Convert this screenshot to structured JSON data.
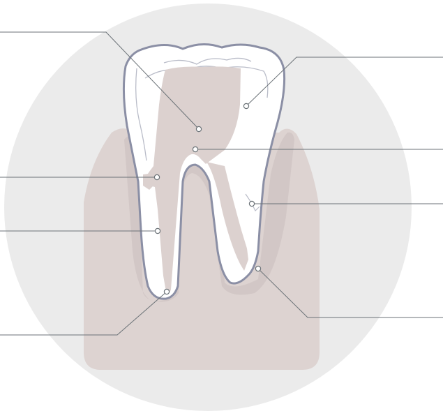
{
  "diagram": {
    "subject": "tooth-cross-section",
    "colors": {
      "background_circle": "#ebebeb",
      "gum": "#ddd3d1",
      "gum_shadow": "#d2c7c6",
      "pulp": "#dcd1cf",
      "dentin": "#ffffff",
      "enamel_outline": "#8b8fa5",
      "inner_lines": "#b9bcc8",
      "leader_lines": "#6b7277",
      "marker_fill": "#ffffff",
      "marker_stroke": "#6b7277"
    },
    "callouts": [
      {
        "id": "pulp-chamber",
        "side": "left",
        "label": ""
      },
      {
        "id": "lateral-canal",
        "side": "left",
        "label": ""
      },
      {
        "id": "root-canal",
        "side": "left",
        "label": ""
      },
      {
        "id": "apical-foramen",
        "side": "left",
        "label": ""
      },
      {
        "id": "enamel",
        "side": "right",
        "label": ""
      },
      {
        "id": "furcation",
        "side": "right",
        "label": ""
      },
      {
        "id": "root-crack",
        "side": "right",
        "label": ""
      },
      {
        "id": "root-fracture",
        "side": "right",
        "label": ""
      }
    ]
  }
}
